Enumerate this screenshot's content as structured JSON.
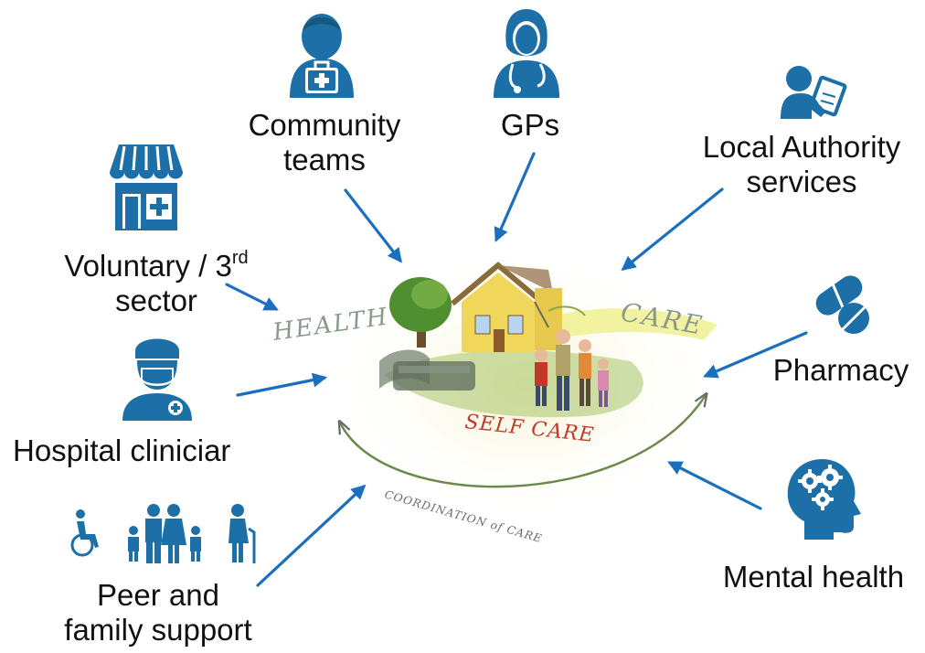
{
  "center": {
    "health": "HEALTH",
    "care": "CARE",
    "self_care": "SELF CARE",
    "coordination": "COORDINATION of CARE"
  },
  "nodes": {
    "community": {
      "line1": "Community",
      "line2": "teams",
      "icon": "doctor-with-medical-bag-icon"
    },
    "gps": {
      "line1": "GPs",
      "icon": "female-doctor-stethoscope-icon"
    },
    "local_authority": {
      "line1": "Local Authority",
      "line2": "services",
      "icon": "person-with-clipboard-icon"
    },
    "voluntary": {
      "line1_prefix": "Voluntary / 3",
      "line1_sup": "rd",
      "line2": "sector",
      "icon": "shop-with-cross-icon"
    },
    "pharmacy": {
      "line1": "Pharmacy",
      "icon": "pills-icon"
    },
    "hospital": {
      "line1": "Hospital cliniciar",
      "icon": "surgeon-icon"
    },
    "mental_health": {
      "line1": "Mental health",
      "icon": "head-with-gears-icon"
    },
    "peer_family": {
      "line1": "Peer and",
      "line2": "family support",
      "icon": "family-group-icon"
    }
  },
  "colors": {
    "icon": "#1d6fa8",
    "arrow": "#1b6fbf",
    "text": "#111111",
    "self_care": "#c0392b",
    "accent_green": "#7a9a3a"
  }
}
